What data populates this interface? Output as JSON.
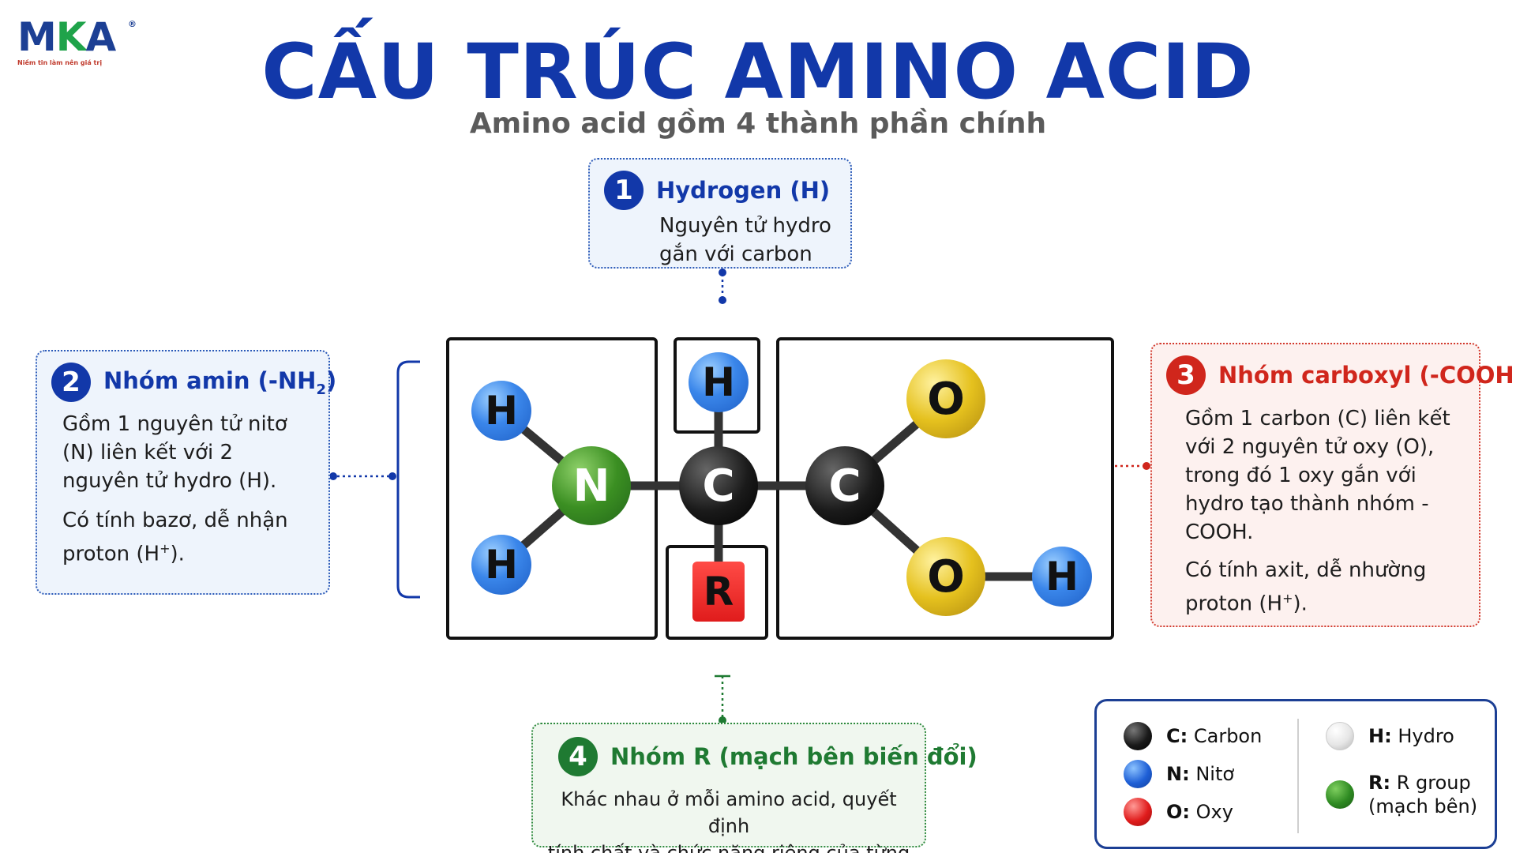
{
  "logo": {
    "brand_m": "M",
    "brand_k": "K",
    "brand_a": "A",
    "registered": "®",
    "tagline": "Niềm tin làm nên giá trị"
  },
  "title": "CẤU TRÚC AMINO ACID",
  "subtitle": "Amino acid gồm 4 thành phần chính",
  "cards": {
    "hydrogen": {
      "number": "1",
      "title": "Hydrogen (H)",
      "line1": "Nguyên tử hydro",
      "line2": "gắn với carbon"
    },
    "amin": {
      "number": "2",
      "title_pre": "Nhóm amin (-NH",
      "title_sub": "2",
      "title_post": ")",
      "p1": "Gồm 1 nguyên tử nitơ (N) liên kết với 2 nguyên tử hydro (H).",
      "p2_pre": "Có tính bazơ, dễ nhận proton (H",
      "p2_sup": "+",
      "p2_post": ")."
    },
    "carboxyl": {
      "number": "3",
      "title": "Nhóm carboxyl (-COOH)",
      "p1": "Gồm 1 carbon (C) liên kết với 2 nguyên tử oxy (O), trong đó 1 oxy gắn với hydro tạo thành nhóm -COOH.",
      "p2_pre": "Có tính axit, dễ nhường proton (H",
      "p2_sup": "+",
      "p2_post": ")."
    },
    "r_group": {
      "number": "4",
      "title": "Nhóm R (mạch bên biến đổi)",
      "line1": "Khác nhau ở mỗi amino acid, quyết định",
      "line2": "tính chất và chức năng riêng của từng loại."
    }
  },
  "molecule": {
    "h_amin_top": "H",
    "h_amin_bottom": "H",
    "n": "N",
    "c_alpha": "C",
    "h_alpha": "H",
    "r": "R",
    "c_carboxyl": "C",
    "o_double": "O",
    "o_single": "O",
    "h_hydroxyl": "H"
  },
  "legend": {
    "carbon": {
      "sym": "C:",
      "label": "Carbon",
      "color": "#1a1a1a"
    },
    "nitrogen": {
      "sym": "N:",
      "label": "Nitơ",
      "color": "#1e5fd6"
    },
    "oxygen": {
      "sym": "O:",
      "label": "Oxy",
      "color": "#e01c1c"
    },
    "hydrogen": {
      "sym": "H:",
      "label": "Hydro",
      "color": "#f2f2f2"
    },
    "rgroup": {
      "sym": "R:",
      "label": "R group",
      "label2": "(mạch bên)",
      "color": "#2e8a22"
    }
  },
  "colors": {
    "blue": "#1238a9",
    "red": "#d0261c",
    "green": "#1f7a32",
    "gray_text": "#5b5b5b"
  }
}
